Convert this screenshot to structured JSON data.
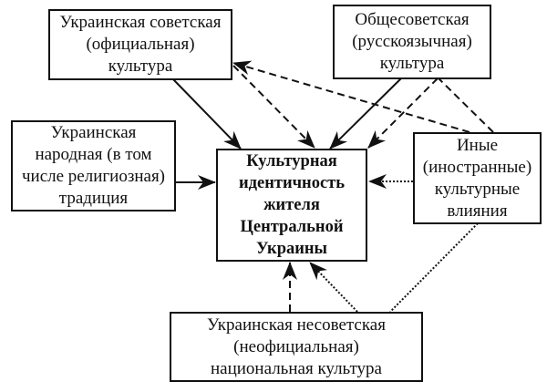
{
  "diagram": {
    "nodes": {
      "soviet_official": {
        "lines": [
          "Украинская советская",
          "(официальная)",
          "культура"
        ]
      },
      "all_soviet": {
        "lines": [
          "Общесоветская",
          "(русскоязычная)",
          "культура"
        ]
      },
      "folk": {
        "lines": [
          "Украинская",
          "народная (в том",
          "числе религиозная)",
          "традиция"
        ]
      },
      "center": {
        "lines": [
          "Культурная",
          "идентичность",
          "жителя",
          "Центральной",
          "Украины"
        ]
      },
      "foreign": {
        "lines": [
          "Иные",
          "(иностранные)",
          "культурные",
          "влияния"
        ]
      },
      "non_soviet": {
        "lines": [
          "Украинская несоветская",
          "(неофициальная)",
          "национальная культура"
        ]
      }
    },
    "edges": [
      {
        "from": "soviet_official",
        "to": "center",
        "style": "solid",
        "arrow": true
      },
      {
        "from": "soviet_official",
        "to": "center",
        "style": "dashed",
        "arrow": true
      },
      {
        "from": "all_soviet",
        "to": "center",
        "style": "solid",
        "arrow": true
      },
      {
        "from": "all_soviet",
        "to": "center",
        "style": "dashed",
        "arrow": true
      },
      {
        "from": "folk",
        "to": "center",
        "style": "solid",
        "arrow": true
      },
      {
        "from": "foreign",
        "to": "center",
        "style": "dotted",
        "arrow": true
      },
      {
        "from": "non_soviet",
        "to": "center",
        "style": "dashed",
        "arrow": true
      },
      {
        "from": "non_soviet",
        "to": "center",
        "style": "dotted",
        "arrow": true
      },
      {
        "from": "foreign",
        "to": "soviet_official",
        "style": "dashed",
        "arrow": true
      },
      {
        "from": "foreign",
        "to": "all_soviet",
        "style": "dashed",
        "arrow": false
      },
      {
        "from": "foreign",
        "to": "non_soviet",
        "style": "dotted",
        "arrow": false
      }
    ]
  }
}
